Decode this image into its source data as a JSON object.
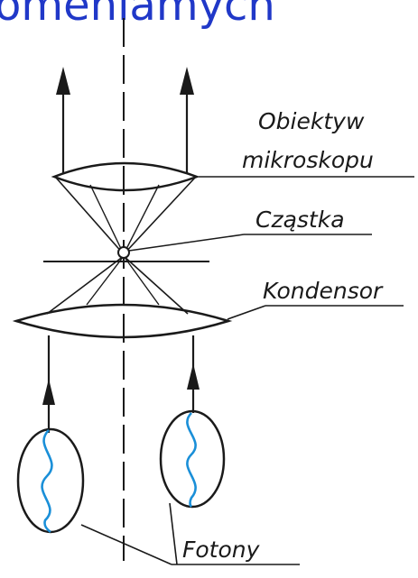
{
  "heading": "omeniamych",
  "labels": {
    "objective_line1": "Obiektyw",
    "objective_line2": "mikroskopu",
    "particle": "Cząstka",
    "condenser": "Kondensor",
    "photons": "Fotony"
  },
  "colors": {
    "heading": "#2038c8",
    "wave": "#1a8fd8",
    "ink": "#1a1a1a"
  }
}
